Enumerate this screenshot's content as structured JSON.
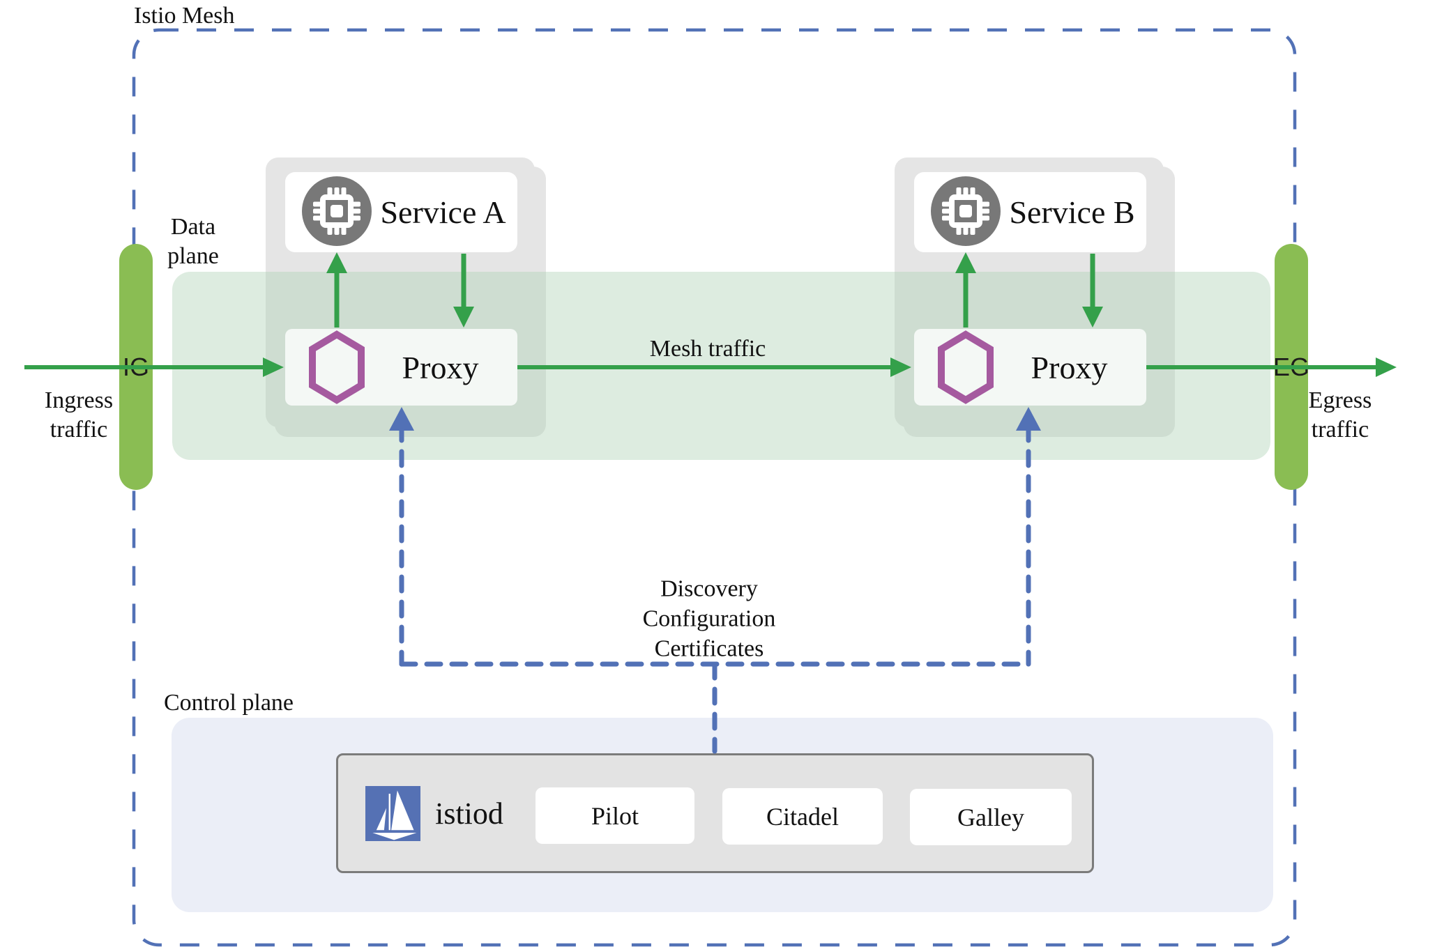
{
  "title": "Istio Mesh",
  "colors": {
    "mesh_border_blue": "#5271b6",
    "traffic_green": "#34a04a",
    "gateway_green": "#8abd53",
    "band_green": "rgba(173,209,180,0.42)",
    "proxy_box_bg": "rgba(255,255,255,0.78)",
    "sidecar_purple": "#a55a9f",
    "service_icon_gray": "#787878",
    "istio_logo_blue": "#5571b4",
    "control_plane_bg": "#ebeef7",
    "card_gray": "#e5e5e5",
    "istiod_box_bg": "#e3e3e3",
    "istiod_box_border": "#7b7b7b",
    "text_color": "#111111"
  },
  "labels": {
    "data_plane": [
      "Data",
      "plane"
    ],
    "control_plane": "Control plane",
    "ingress": [
      "Ingress",
      "traffic"
    ],
    "egress": [
      "Egress",
      "traffic"
    ],
    "mesh_traffic": "Mesh traffic",
    "ingress_gateway": "IG",
    "egress_gateway": "EG",
    "control_channels": [
      "Discovery",
      "Configuration",
      "Certificates"
    ]
  },
  "workloads": {
    "service_a": {
      "label": "Service A",
      "proxy_label": "Proxy"
    },
    "service_b": {
      "label": "Service B",
      "proxy_label": "Proxy"
    }
  },
  "istiod": {
    "label": "istiod",
    "components": [
      "Pilot",
      "Citadel",
      "Galley"
    ]
  }
}
